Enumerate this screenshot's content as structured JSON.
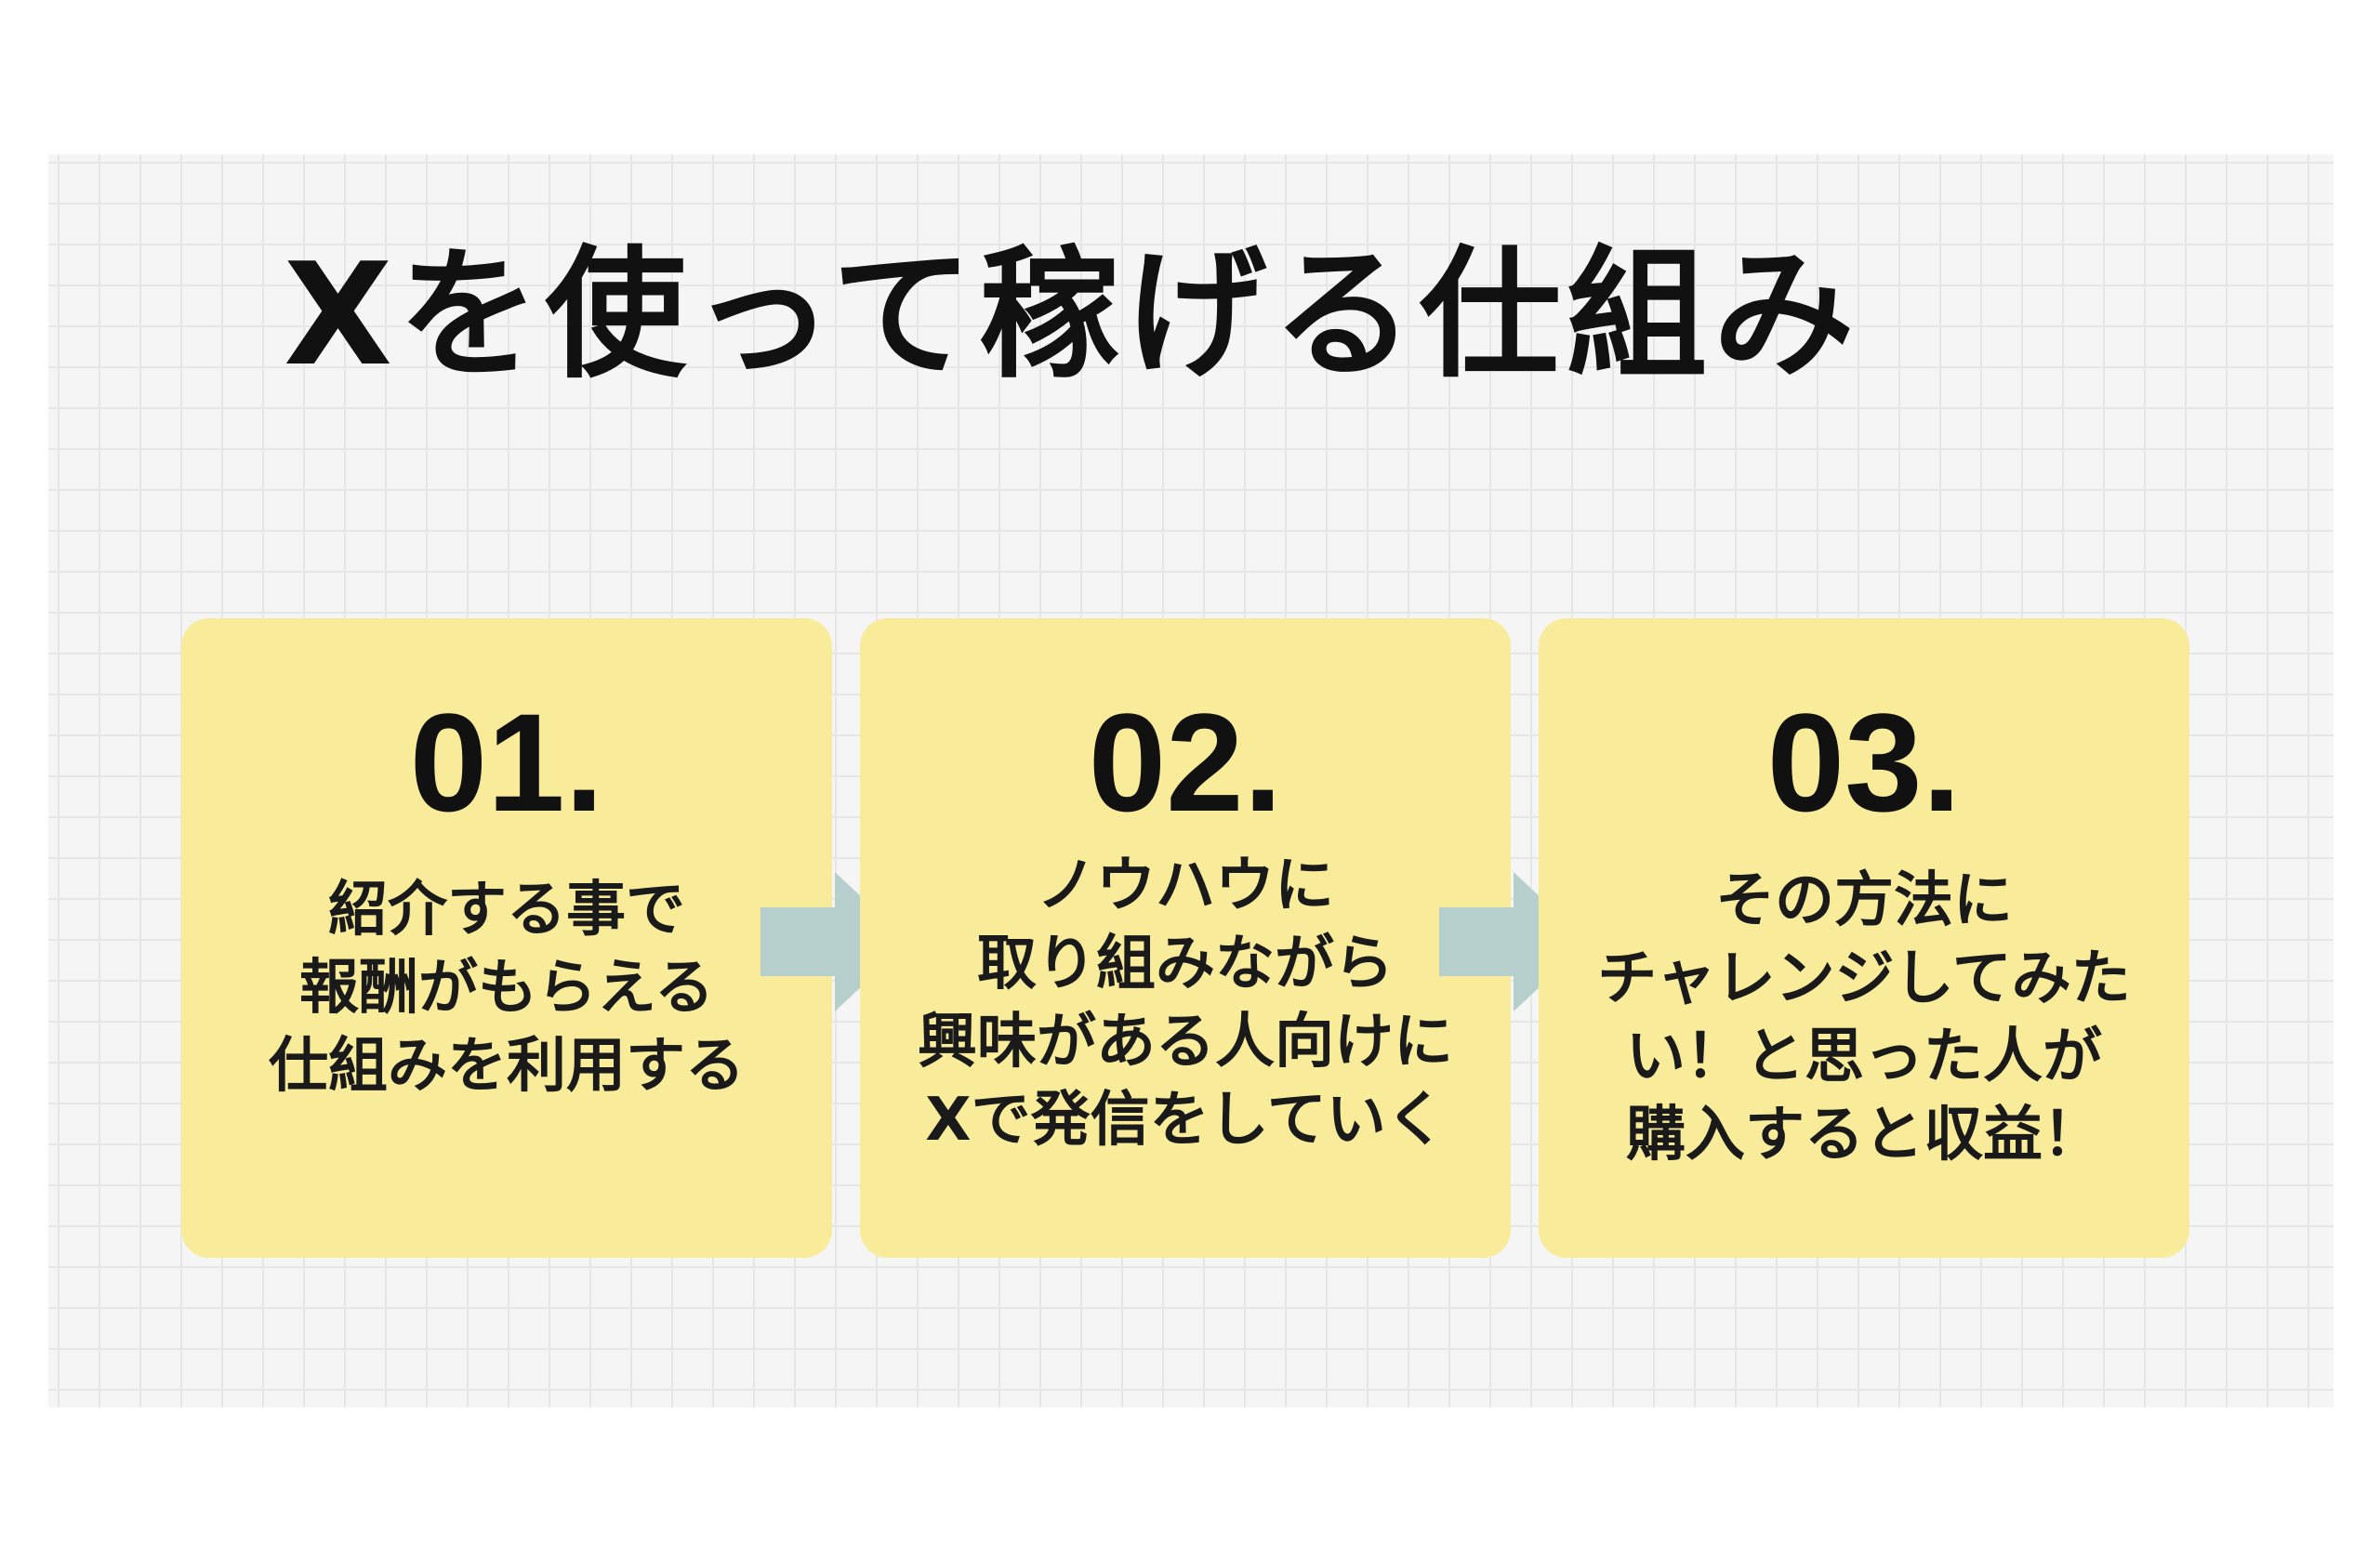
{
  "title": "Xを使って稼げる仕組み",
  "colors": {
    "card": "#f8eb9a",
    "arrow": "#b6cfcd",
    "grid": "#e6e6e6",
    "background": "#f5f5f5",
    "text": "#111111"
  },
  "steps": [
    {
      "number": "01.",
      "lines": [
        "紹介する事で",
        "報酬がもらえる",
        "仕組みを利用する"
      ]
    },
    {
      "number": "02.",
      "lines": [
        "ノウハウに",
        "取り組みながら",
        "興味がある人向けに",
        "Xで発信をしていく"
      ]
    },
    {
      "number": "03.",
      "lines": [
        "その方法に",
        "チャレンジしてみた",
        "い！と思った人が",
        "購入すると収益！"
      ]
    }
  ],
  "arrows": [
    "arrow-right-icon",
    "arrow-right-icon"
  ]
}
